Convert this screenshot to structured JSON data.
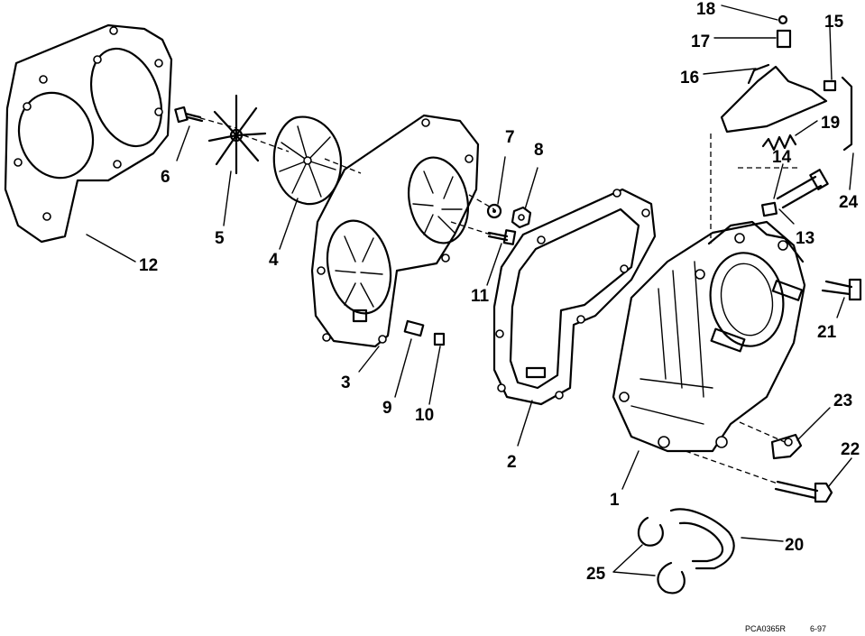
{
  "callouts": {
    "c1": "1",
    "c2": "2",
    "c3": "3",
    "c4": "4",
    "c5": "5",
    "c6": "6",
    "c7": "7",
    "c8": "8",
    "c9": "9",
    "c10": "10",
    "c11": "11",
    "c12": "12",
    "c13": "13",
    "c14": "14",
    "c15": "15",
    "c16": "16",
    "c17": "17",
    "c18": "18",
    "c19": "19",
    "c20": "20",
    "c21": "21",
    "c22": "22",
    "c23": "23",
    "c24": "24",
    "c25": "25"
  },
  "footer": {
    "code": "PCA0365R",
    "date": "6-97"
  }
}
